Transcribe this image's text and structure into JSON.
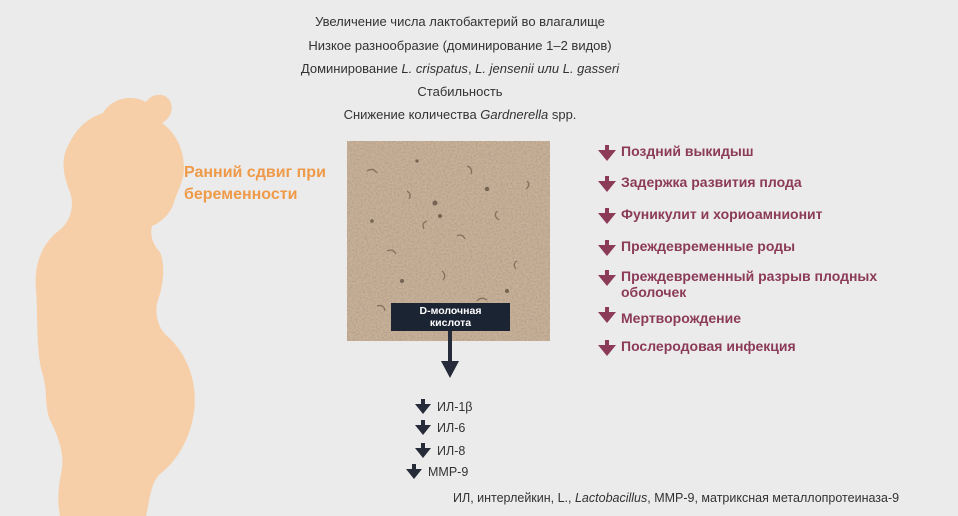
{
  "header_lines": [
    {
      "text": "Увеличение числа лактобактерий во влагалище"
    },
    {
      "text": "Низкое разнообразие (доминирование 1–2 видов)"
    },
    {
      "pre": "Доминирование ",
      "i1": "L. crispatus",
      "mid1": ", ",
      "i2": "L. jensenii или L. gasseri"
    },
    {
      "text": "Стабильность"
    },
    {
      "pre": "Снижение количества ",
      "i1": "Gardnerella",
      "post": " spp."
    }
  ],
  "early_shift": {
    "line1": "Ранний сдвиг при",
    "line2": "беременности"
  },
  "d_lactic": {
    "line1": "D-молочная",
    "line2": "кислота"
  },
  "outcomes": [
    {
      "label": "Поздний выкидыш"
    },
    {
      "label": "Задержка развития плода"
    },
    {
      "label": "Фуникулит и хориоамнионит"
    },
    {
      "label": "Преждевременные роды"
    },
    {
      "label": "Преждевременный разрыв плодных",
      "label2": "оболочек"
    },
    {
      "label": "Мертворождение"
    },
    {
      "label": "Послеродовая инфекция"
    }
  ],
  "cytokines": [
    {
      "label": "ИЛ-1β"
    },
    {
      "label": "ИЛ-6"
    },
    {
      "label": "ИЛ-8"
    },
    {
      "label": "ММР-9"
    }
  ],
  "footnote": {
    "pre": "ИЛ, интерлейкин, L., ",
    "italic": "Lactobacillus",
    "post": ", ММР-9, матриксная металлопротеиназа-9"
  },
  "colors": {
    "background": "#ebebeb",
    "silhouette": "#f6cfa8",
    "accent_orange": "#ef9a48",
    "outcome": "#8b3a57",
    "cytokine_arrow": "#252b38",
    "box": "#1b2433"
  }
}
